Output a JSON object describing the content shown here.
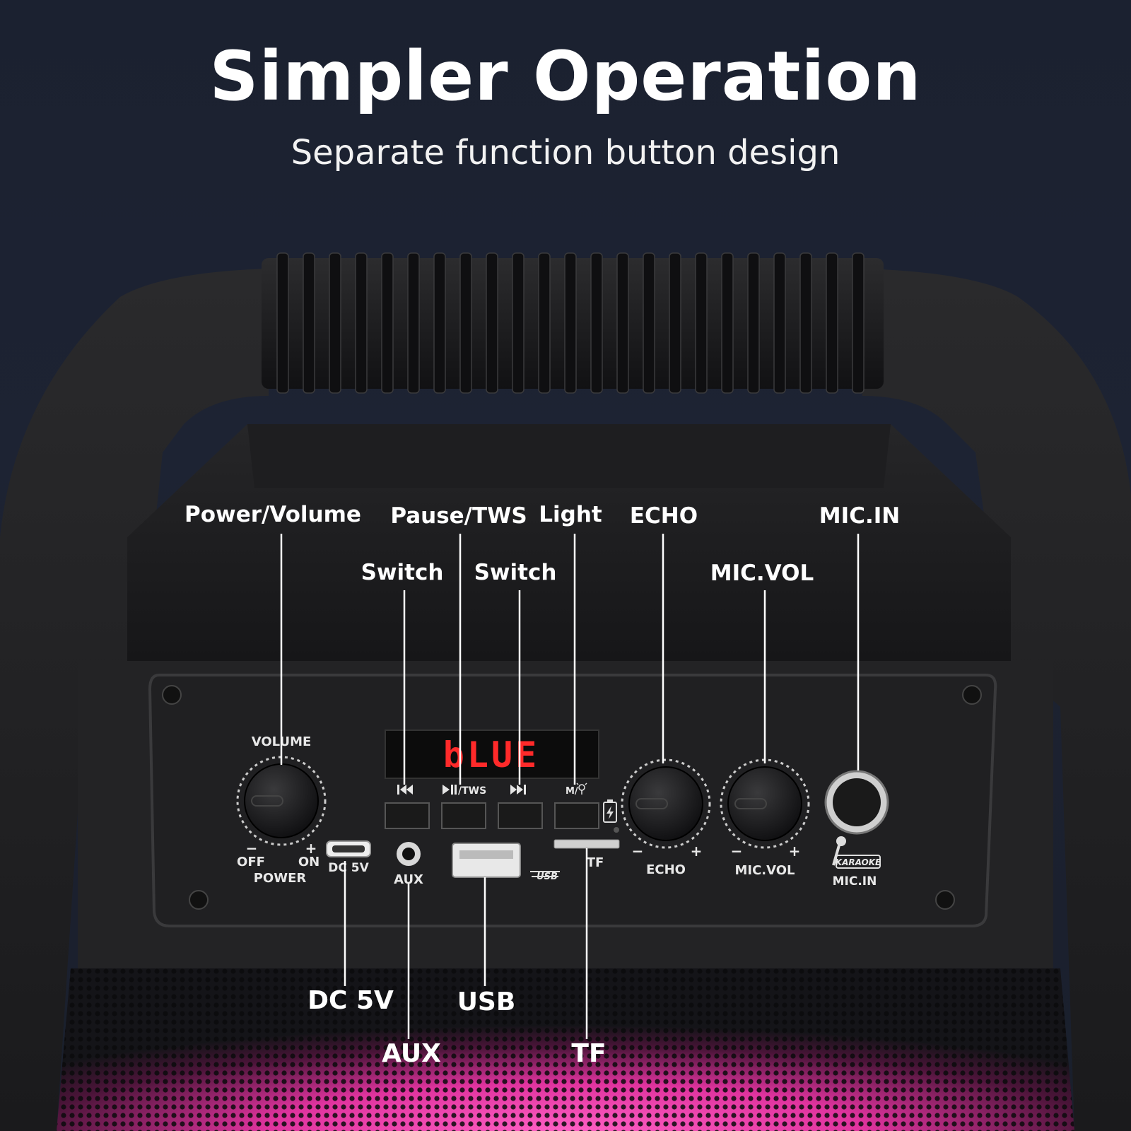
{
  "header": {
    "title": "Simpler Operation",
    "subtitle": "Separate function button design"
  },
  "callouts_top": {
    "power_volume": "Power/Volume",
    "pause_tws": "Pause/TWS",
    "light": "Light",
    "echo": "ECHO",
    "mic_in": "MIC.IN",
    "switch_prev": "Switch",
    "switch_next": "Switch",
    "mic_vol": "MIC.VOL"
  },
  "callouts_bottom": {
    "dc5v": "DC 5V",
    "usb": "USB",
    "aux": "AUX",
    "tf": "TF"
  },
  "panel": {
    "display_text": "bLUE",
    "volume_label": "VOLUME",
    "minus": "−",
    "plus": "+",
    "off": "OFF",
    "on": "ON",
    "power": "POWER",
    "dc5v": "DC 5V",
    "aux": "AUX",
    "tws": "/TWS",
    "usb_logo": "USB",
    "tf": "TF",
    "echo": "ECHO",
    "mic_vol": "MIC.VOL",
    "karaoke": "KARAOKE",
    "mic_in": "MIC.IN",
    "light_mode": "M/"
  },
  "colors": {
    "display_red": "#ff2a2a",
    "grille_glow": "#ff3fae"
  }
}
